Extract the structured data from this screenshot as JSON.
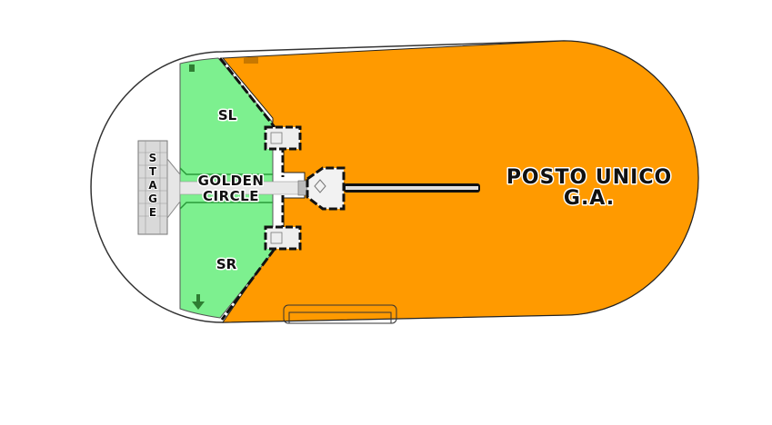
{
  "map": {
    "stage": {
      "label": "STAGE",
      "letters": [
        "S",
        "T",
        "A",
        "G",
        "E"
      ]
    },
    "zones": {
      "sl": {
        "label": "SL",
        "color": "#7DF08F"
      },
      "sr": {
        "label": "SR",
        "color": "#7DF08F"
      },
      "golden_circle": {
        "line1": "GOLDEN",
        "line2": "CIRCLE",
        "color": "#7DF08F"
      },
      "general_admission": {
        "line1": "POSTO UNICO",
        "line2": "G.A.",
        "color": "#FF9A00"
      }
    },
    "colors": {
      "outline": "#333333",
      "floor": "#ffffff",
      "arrow": "#2E7D32",
      "stage_fill": "#d9d9d9"
    },
    "icons": {
      "entry_arrow_top": "arrow-marker",
      "entry_arrow_bottom": "arrow-down"
    }
  }
}
